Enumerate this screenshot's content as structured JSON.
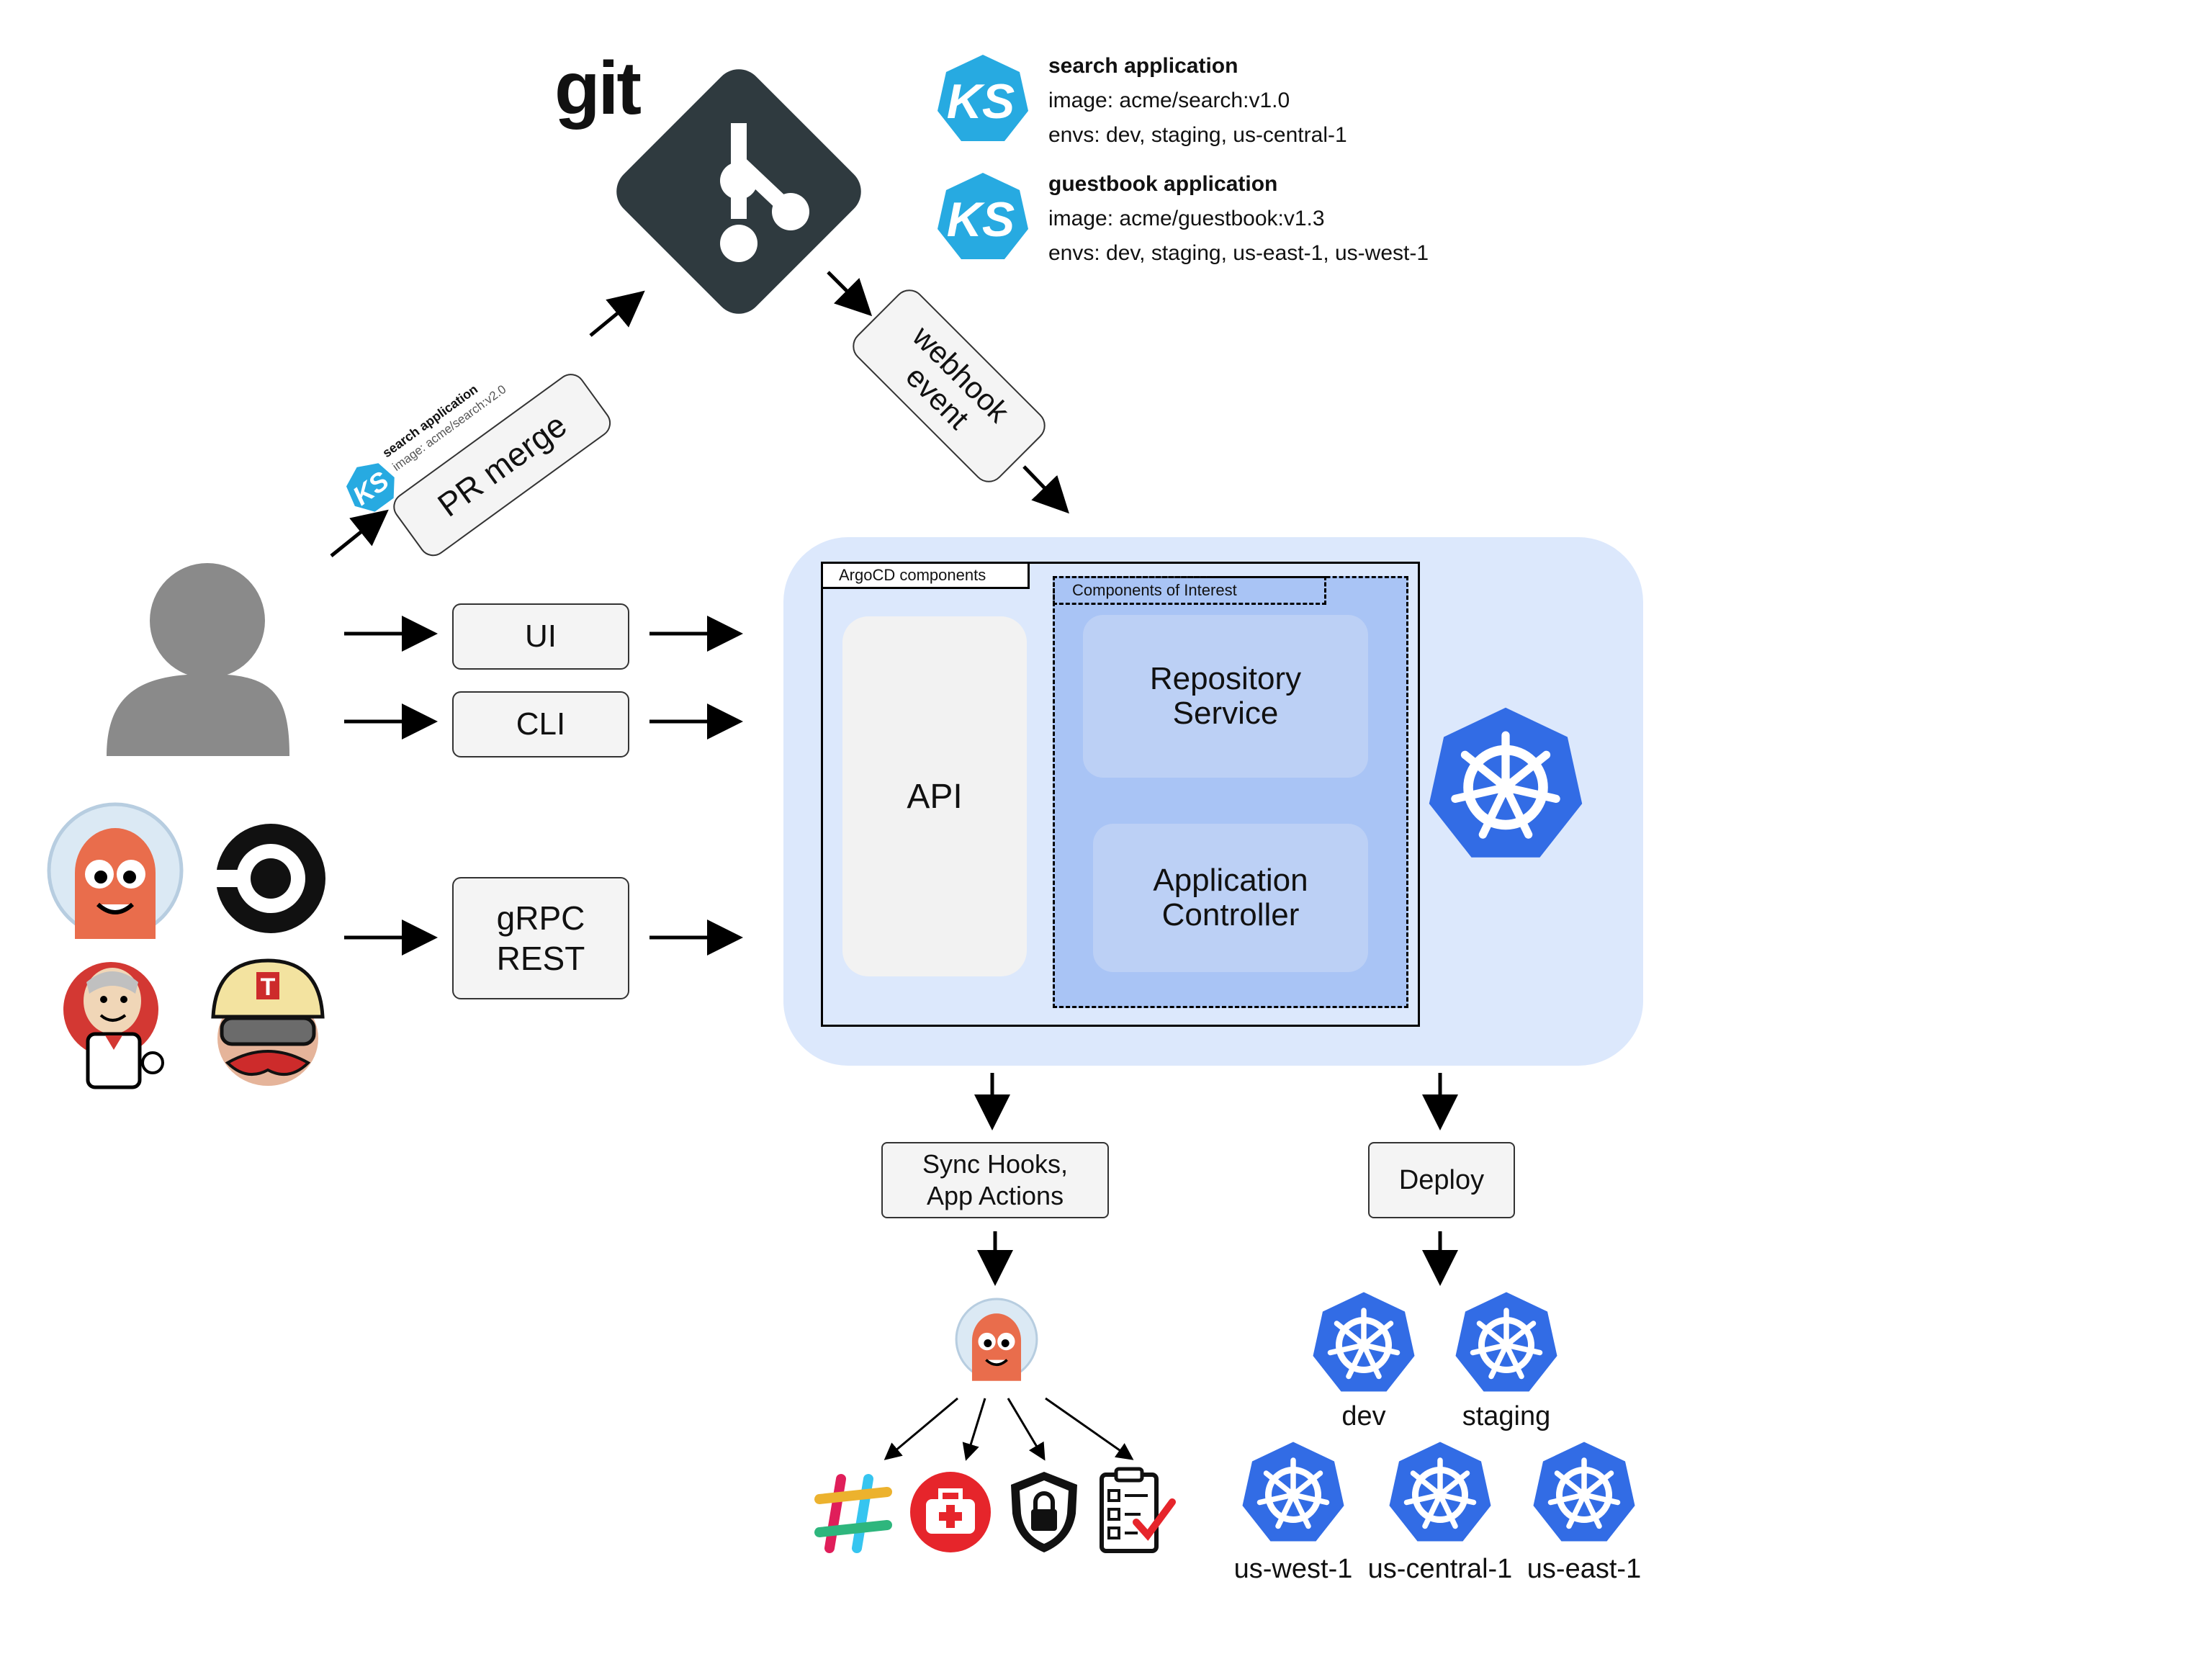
{
  "git": {
    "wordmark": "git"
  },
  "apps": [
    {
      "name": "search application",
      "image": "image: acme/search:v1.0",
      "envs": "envs: dev, staging, us-central-1"
    },
    {
      "name": "guestbook application",
      "image": "image: acme/guestbook:v1.3",
      "envs": "envs: dev, staging, us-east-1, us-west-1"
    }
  ],
  "pr": {
    "label": "PR merge",
    "app_name": "search application",
    "app_image": "image: acme/search:v2.0"
  },
  "webhook": {
    "line1": "webhook",
    "line2": "event"
  },
  "clients": {
    "ui": "UI",
    "cli": "CLI",
    "grpc_line1": "gRPC",
    "grpc_line2": "REST"
  },
  "argocd": {
    "components_label": "ArgoCD components",
    "interest_label": "Components of Interest",
    "api": "API",
    "repo_line1": "Repository",
    "repo_line2": "Service",
    "ctrl_line1": "Application",
    "ctrl_line2": "Controller"
  },
  "outputs": {
    "hooks_line1": "Sync Hooks,",
    "hooks_line2": "App Actions",
    "deploy": "Deploy"
  },
  "clusters": [
    "dev",
    "staging",
    "us-west-1",
    "us-central-1",
    "us-east-1"
  ],
  "colors": {
    "k8s_blue": "#326ce5",
    "panel_bg": "#dce8fc",
    "interest_bg": "#a9c4f5",
    "inner_box": "#bcd0f5",
    "git_dark": "#2f3a3f",
    "ks_cyan": "#27aae1",
    "argo_orange": "#e96d4c"
  }
}
